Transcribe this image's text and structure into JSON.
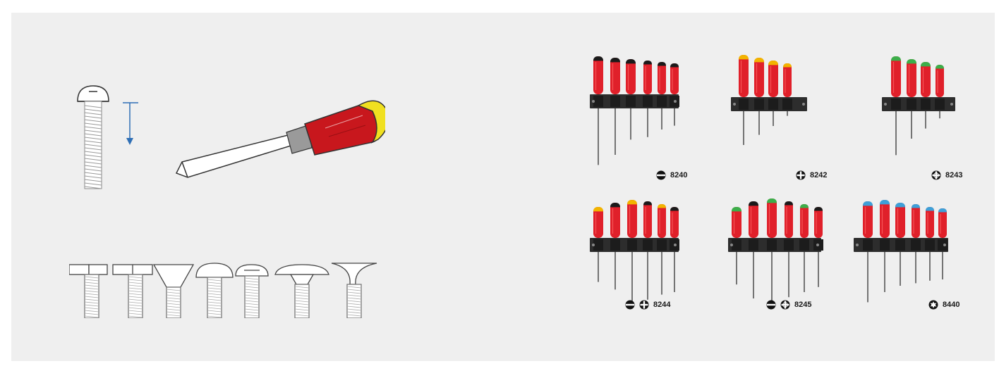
{
  "illustration": {
    "screw_icon": "screw-with-arrow",
    "screwdriver_icon": "flathead-screwdriver",
    "screw_heads_icon": "screw-head-types"
  },
  "sets": [
    {
      "code": "8240",
      "symbols": [
        "slotted"
      ],
      "colors": [
        "#1a1a1a"
      ],
      "handles": 6
    },
    {
      "code": "8242",
      "symbols": [
        "phillips"
      ],
      "colors": [
        "#f2b400"
      ],
      "handles": 4
    },
    {
      "code": "8243",
      "symbols": [
        "pozidriv"
      ],
      "colors": [
        "#3cae4a"
      ],
      "handles": 4
    },
    {
      "code": "8244",
      "symbols": [
        "slotted",
        "phillips"
      ],
      "colors": [
        "#f2b400",
        "#1a1a1a"
      ],
      "handles": 6
    },
    {
      "code": "8245",
      "symbols": [
        "slotted",
        "pozidriv"
      ],
      "colors": [
        "#3cae4a",
        "#1a1a1a"
      ],
      "handles": 6
    },
    {
      "code": "8440",
      "symbols": [
        "torx"
      ],
      "colors": [
        "#3ea0d8"
      ],
      "handles": 6
    }
  ],
  "colors": {
    "panel": "#efefef",
    "handle_red": "#e0202a",
    "rack": "#2d2d2d",
    "arrow": "#2f6fb5",
    "driver_handle": "#c8171d",
    "driver_cap": "#f0e020"
  }
}
